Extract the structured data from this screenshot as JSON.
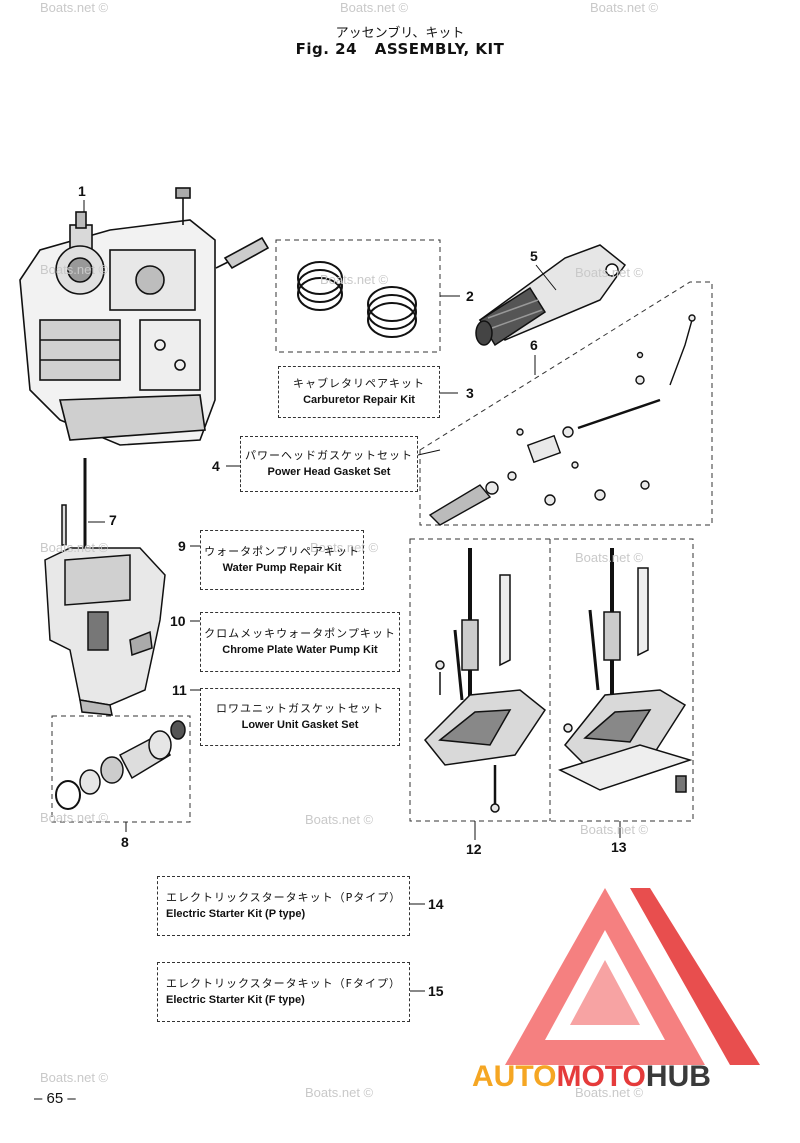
{
  "header": {
    "title_jp": "アッセンブリ、キット",
    "fig_label": "Fig. 24",
    "title_en": "ASSEMBLY, KIT"
  },
  "watermark": "Boats.net ©",
  "callouts": [
    "1",
    "2",
    "3",
    "4",
    "5",
    "6",
    "7",
    "8",
    "9",
    "10",
    "11",
    "12",
    "13",
    "14",
    "15"
  ],
  "kits": {
    "carburetor": {
      "jp": "キャブレタリペアキット",
      "en": "Carburetor Repair Kit"
    },
    "power_head": {
      "jp": "パワーヘッドガスケットセット",
      "en": "Power Head Gasket Set"
    },
    "water_pump": {
      "jp": "ウォータポンプリペアキット",
      "en": "Water Pump Repair Kit"
    },
    "chrome_pump": {
      "jp": "クロムメッキウォータポンプキット",
      "en": "Chrome Plate Water Pump Kit"
    },
    "lower_unit": {
      "jp": "ロワユニットガスケットセット",
      "en": "Lower Unit Gasket Set"
    },
    "starter_p": {
      "jp": "エレクトリックスタータキット（Pタイプ）",
      "en": "Electric Starter Kit (P type)"
    },
    "starter_f": {
      "jp": "エレクトリックスタータキット（Fタイプ）",
      "en": "Electric Starter Kit (F type)"
    }
  },
  "page_number": "– 65 –",
  "logo": {
    "part1": "AUTO",
    "part2": "MOTO",
    "part3": "HUB"
  },
  "colors": {
    "logo_red": "#e53b3b",
    "logo_orange": "#f5a623",
    "logo_dark": "#3a3a3a",
    "watermark": "#c9c9c9"
  }
}
